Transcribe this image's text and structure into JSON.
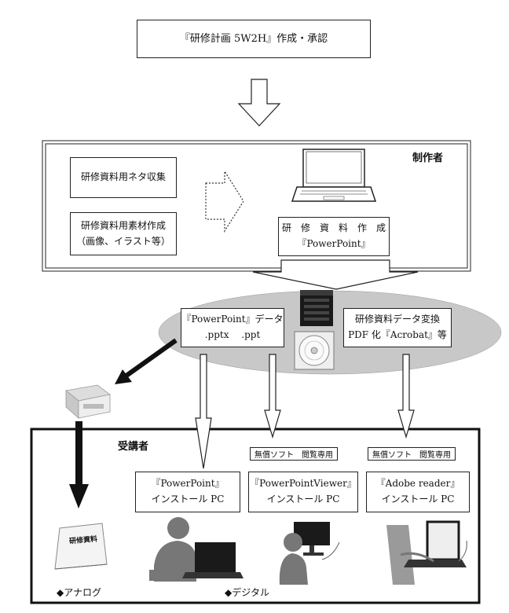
{
  "top_box": {
    "text": "『研修計画 5W2H』作成・承認"
  },
  "producer": {
    "label": "制作者",
    "collect": "研修資料用ネタ収集",
    "material_1": "研修資料用素材作成",
    "material_2": "（画像、イラスト等）",
    "create_1": "研　修　資　料　作　成",
    "create_2": "『PowerPoint』"
  },
  "data_oval": {
    "pp_data_1": "『PowerPoint』データ",
    "pp_data_2": ".pptx　 .ppt",
    "convert_1": "研修資料データ変換",
    "convert_2": "PDF 化『Acrobat』等"
  },
  "receiver": {
    "label": "受講者",
    "free_tag_1": "無償ソフト　閲覧専用",
    "free_tag_2": "無償ソフト　閲覧専用",
    "pc1_1": "『PowerPoint』",
    "pc1_2": "インストール PC",
    "pc2_1": "『PowerPointViewer』",
    "pc2_2": "インストール PC",
    "pc3_1": "『Adobe reader』",
    "pc3_2": "インストール PC",
    "paper_doc": "研修資料",
    "analog": "◆アナログ",
    "digital": "◆デジタル"
  }
}
